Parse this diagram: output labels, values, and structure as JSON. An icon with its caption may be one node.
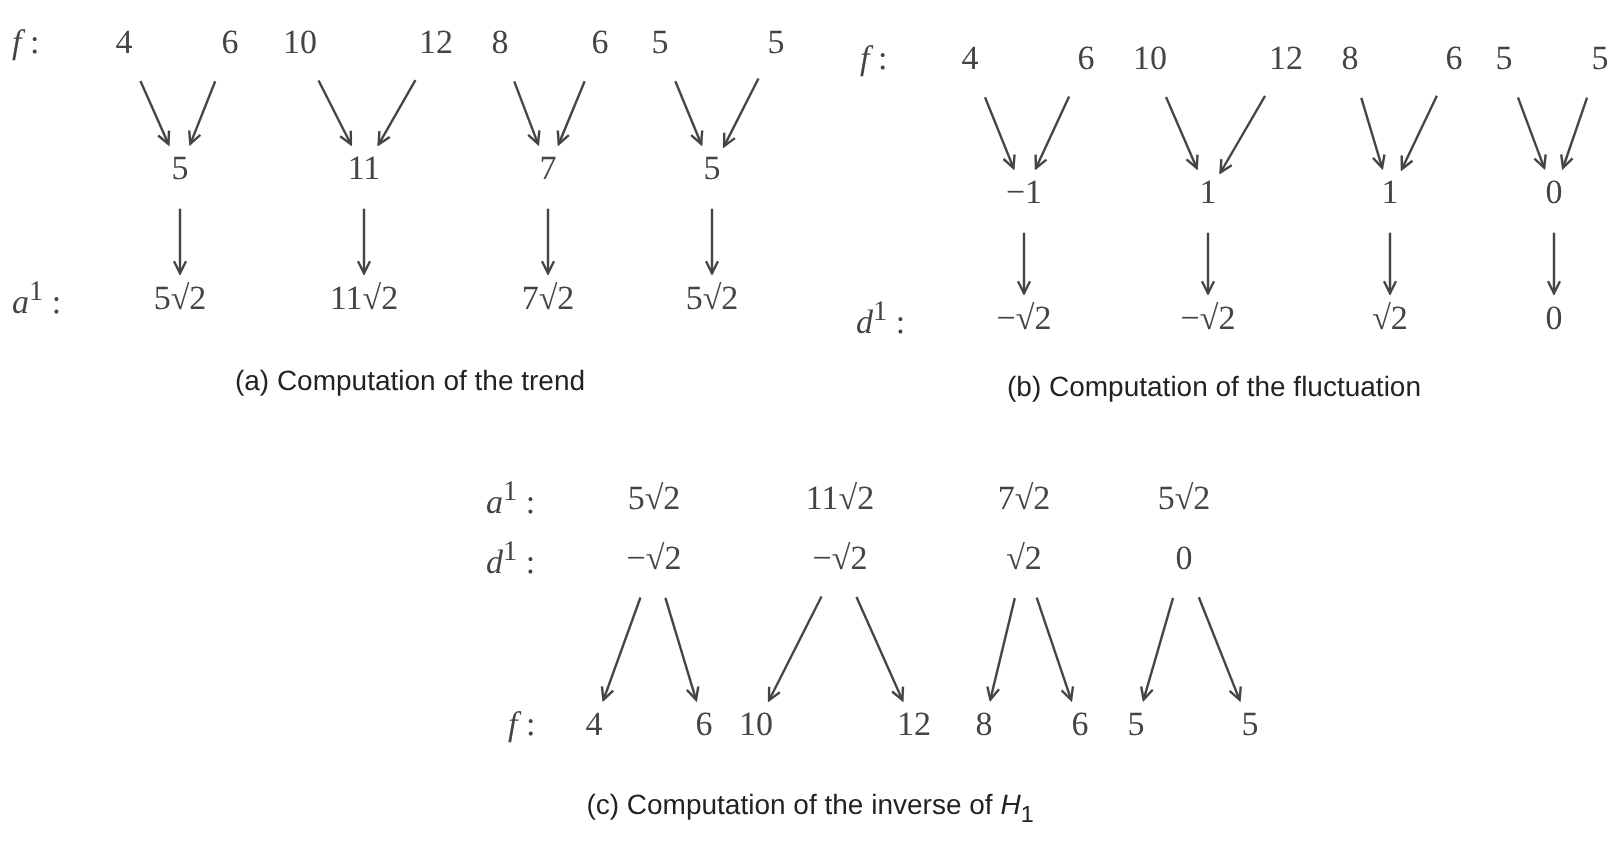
{
  "diagram": {
    "nodes": [
      {
        "text": [
          "4"
        ]
      },
      {
        "text": [
          "6"
        ]
      },
      {
        "text": [
          "10"
        ]
      },
      {
        "text": [
          "12"
        ]
      },
      {
        "text": [
          "8"
        ]
      },
      {
        "text": [
          "6"
        ]
      },
      {
        "text": [
          "5"
        ]
      },
      {
        "text": [
          "5"
        ]
      },
      {
        "text": [
          "5"
        ]
      },
      {
        "text": [
          "11"
        ]
      },
      {
        "text": [
          "7"
        ]
      },
      {
        "text": [
          "5"
        ]
      },
      {
        "text": [
          "5√2"
        ]
      },
      {
        "text": [
          "11√2"
        ]
      },
      {
        "text": [
          "7√2"
        ]
      },
      {
        "text": [
          "5√2"
        ]
      },
      {
        "text": [
          "4"
        ]
      },
      {
        "text": [
          "6"
        ]
      },
      {
        "text": [
          "10"
        ]
      },
      {
        "text": [
          "12"
        ]
      },
      {
        "text": [
          "8"
        ]
      },
      {
        "text": [
          "6"
        ]
      },
      {
        "text": [
          "5"
        ]
      },
      {
        "text": [
          "5"
        ]
      },
      {
        "text": [
          "−1"
        ]
      },
      {
        "text": [
          "1"
        ]
      },
      {
        "text": [
          "1"
        ]
      },
      {
        "text": [
          "0"
        ]
      },
      {
        "text": [
          "−√2"
        ]
      },
      {
        "text": [
          "−√2"
        ]
      },
      {
        "text": [
          "√2"
        ]
      },
      {
        "text": [
          "0"
        ]
      },
      {
        "text": [
          "5√2"
        ]
      },
      {
        "text": [
          "11√2"
        ]
      },
      {
        "text": [
          "7√2"
        ]
      },
      {
        "text": [
          "5√2"
        ]
      },
      {
        "text": [
          "−√2"
        ]
      },
      {
        "text": [
          "−√2"
        ]
      },
      {
        "text": [
          "√2"
        ]
      },
      {
        "text": [
          "0"
        ]
      },
      {
        "text": [
          "4"
        ]
      },
      {
        "text": [
          "6"
        ]
      },
      {
        "text": [
          "10"
        ]
      },
      {
        "text": [
          "12"
        ]
      },
      {
        "text": [
          "8"
        ]
      },
      {
        "text": [
          "6"
        ]
      },
      {
        "text": [
          "5"
        ]
      },
      {
        "text": [
          "5"
        ]
      }
    ],
    "edges": [
      {
        "from": 0,
        "to": 8,
        "arrow": "to"
      },
      {
        "from": 1,
        "to": 8,
        "arrow": "to"
      },
      {
        "from": 2,
        "to": 9,
        "arrow": "to"
      },
      {
        "from": 3,
        "to": 9,
        "arrow": "to"
      },
      {
        "from": 4,
        "to": 10,
        "arrow": "to"
      },
      {
        "from": 5,
        "to": 10,
        "arrow": "to"
      },
      {
        "from": 6,
        "to": 11,
        "arrow": "to"
      },
      {
        "from": 7,
        "to": 11,
        "arrow": "to"
      },
      {
        "from": 8,
        "to": 12,
        "arrow": "to"
      },
      {
        "from": 9,
        "to": 13,
        "arrow": "to"
      },
      {
        "from": 10,
        "to": 14,
        "arrow": "to"
      },
      {
        "from": 11,
        "to": 15,
        "arrow": "to"
      },
      {
        "from": 16,
        "to": 24,
        "arrow": "to"
      },
      {
        "from": 17,
        "to": 24,
        "arrow": "to"
      },
      {
        "from": 18,
        "to": 25,
        "arrow": "to"
      },
      {
        "from": 19,
        "to": 25,
        "arrow": "to"
      },
      {
        "from": 20,
        "to": 26,
        "arrow": "to"
      },
      {
        "from": 21,
        "to": 26,
        "arrow": "to"
      },
      {
        "from": 22,
        "to": 27,
        "arrow": "to"
      },
      {
        "from": 23,
        "to": 27,
        "arrow": "to"
      },
      {
        "from": 24,
        "to": 28,
        "arrow": "to"
      },
      {
        "from": 25,
        "to": 29,
        "arrow": "to"
      },
      {
        "from": 26,
        "to": 30,
        "arrow": "to"
      },
      {
        "from": 27,
        "to": 31,
        "arrow": "to"
      },
      {
        "from": 36,
        "to": 40,
        "arrow": "to"
      },
      {
        "from": 36,
        "to": 41,
        "arrow": "to"
      },
      {
        "from": 37,
        "to": 42,
        "arrow": "to"
      },
      {
        "from": 37,
        "to": 43,
        "arrow": "to"
      },
      {
        "from": 38,
        "to": 44,
        "arrow": "to"
      },
      {
        "from": 38,
        "to": 45,
        "arrow": "to"
      },
      {
        "from": 39,
        "to": 46,
        "arrow": "to"
      },
      {
        "from": 39,
        "to": 47,
        "arrow": "to"
      }
    ],
    "labels": [
      "*f* :",
      "*f* :",
      "*a*$^{1}$ :",
      "*d*$^{1}$ :",
      "(a) Computation of the trend",
      "(b) Computation of the fluctuation",
      "*a*$^{1}$ :",
      "*d*$^{1}$ :",
      "*f* :",
      "(c) Computation of the inverse of *H*$_{1}$"
    ]
  }
}
